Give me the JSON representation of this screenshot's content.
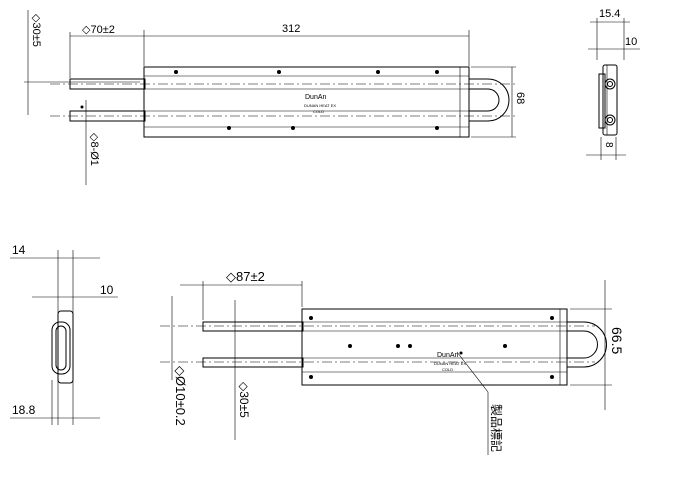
{
  "top_view": {
    "dim_offset": "◇30±5",
    "dim_pipe_len": "◇70±2",
    "dim_plate_len": "312",
    "dim_height": "68",
    "dim_pipe_dia": "◇8-Ø1",
    "plate_brand": "DunAn",
    "plate_line1": "DUNAN HEAT EX",
    "plate_line2": "COLD"
  },
  "side_view_right": {
    "dim_width": "15.4",
    "dim_thickness": "10",
    "dim_bottom": "8"
  },
  "side_view_left": {
    "dim_top": "14",
    "dim_mid": "10",
    "dim_bottom": "18.8"
  },
  "bottom_view": {
    "dim_pipe_len": "◇87±2",
    "dim_height": "66.5",
    "dim_pipe_dia": "◇Ø10±0.2",
    "dim_offset": "◇30±5",
    "label_nameplate": "製品標記",
    "plate_brand": "DunAn",
    "plate_line1": "DUNAN HEAT EX",
    "plate_line2": "COLD"
  }
}
